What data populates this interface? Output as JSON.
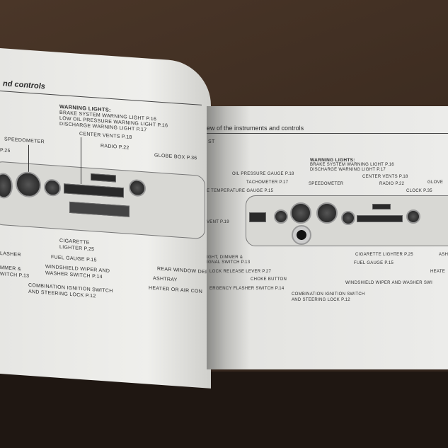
{
  "left_page": {
    "header": "nd controls",
    "warning_title": "WARNING LIGHTS:",
    "warning_items": [
      "BRAKE SYSTEM WARNING LIGHT P.16",
      "LOW OIL PRESSURE WARNING LIGHT P.16",
      "DISCHARGE WARNING LIGHT P.17"
    ],
    "labels": {
      "center_vents": "CENTER VENTS P.18",
      "radio": "RADIO P.22",
      "globe_box": "GLOBE BOX P.36",
      "speedometer": "SPEEDOMETER",
      "p25": "P.25",
      "cigarette_lighter": "CIGARETTE",
      "cigarette_lighter_2": "LIGHTER P.25",
      "fuel_gauge": "FUEL GAUGE P.15",
      "wiper_1": "WINDSHIELD WIPER AND",
      "wiper_2": "WASHER SWITCH P.14",
      "ignition_1": "COMBINATION IGNITION SWITCH",
      "ignition_2": "AND STEERING LOCK P.12",
      "flasher": "LASHER",
      "dimmer_1": "MMER &",
      "dimmer_2": "WITCH P.13",
      "rear_window": "REAR WINDOW DEF",
      "ashtray": "ASHTRAY",
      "heater": "HEATER OR AIR CON"
    }
  },
  "right_page": {
    "header": "ew of the instruments and controls",
    "sub": "ST",
    "warning_title": "WARNING LIGHTS:",
    "warning_items": [
      "BRAKE SYSTEM WARNING LIGHT P.16",
      "DISCHARGE WARNING LIGHT P.17"
    ],
    "labels": {
      "oil_pressure": "OIL PRESSURE GAUGE P.18",
      "tachometer": "TACHOMETER P.17",
      "temperature": "E TEMPERATURE GAUGE P.15",
      "speedometer": "SPEEDOMETER",
      "center_vents": "CENTER VENTS P.18",
      "radio": "RADIO P.22",
      "clock": "CLOCK P.35",
      "glove": "GLOVE",
      "vent": "VENT P.19",
      "light_dimmer_1": "IGHT, DIMMER &",
      "light_dimmer_2": "IGNAL SWITCH P.13",
      "lock_release": "LOCK RELEASE LEVER P.27",
      "choke": "CHOKE BUTTON",
      "emergency": "ERGENCY FLASHER SWITCH P.14",
      "cigarette": "CIGARETTE LIGHTER P.25",
      "fuel": "FUEL GAUGE P.15",
      "ash": "ASH",
      "heate": "HEATE",
      "wiper": "WINDSHIELD WIPER AND WASHER SWI",
      "ignition_1": "COMBINATION IGNITION SWITCH",
      "ignition_2": "AND STEERING LOCK P.12"
    }
  }
}
